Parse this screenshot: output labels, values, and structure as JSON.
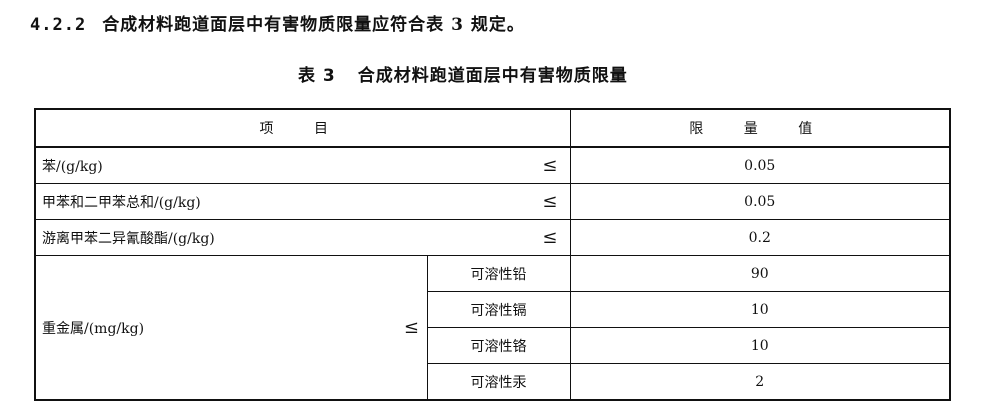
{
  "clause": {
    "number": "4.2.2",
    "text": "合成材料跑道面层中有害物质限量应符合表 3 规定。"
  },
  "table_caption": {
    "number": "表 3",
    "title": "合成材料跑道面层中有害物质限量"
  },
  "table": {
    "headers": [
      "项 目",
      "限 量 值"
    ],
    "rows": [
      {
        "item": "苯/(g/kg)",
        "operator": "≤",
        "value": "0.05"
      },
      {
        "item": "甲苯和二甲苯总和/(g/kg)",
        "operator": "≤",
        "value": "0.05"
      },
      {
        "item": "游离甲苯二异氰酸酯/(g/kg)",
        "operator": "≤",
        "value": "0.2"
      }
    ],
    "heavy_metal": {
      "item": "重金属/(mg/kg)",
      "operator": "≤",
      "subrows": [
        {
          "name": "可溶性铅",
          "value": "90"
        },
        {
          "name": "可溶性镉",
          "value": "10"
        },
        {
          "name": "可溶性铬",
          "value": "10"
        },
        {
          "name": "可溶性汞",
          "value": "2"
        }
      ]
    }
  }
}
